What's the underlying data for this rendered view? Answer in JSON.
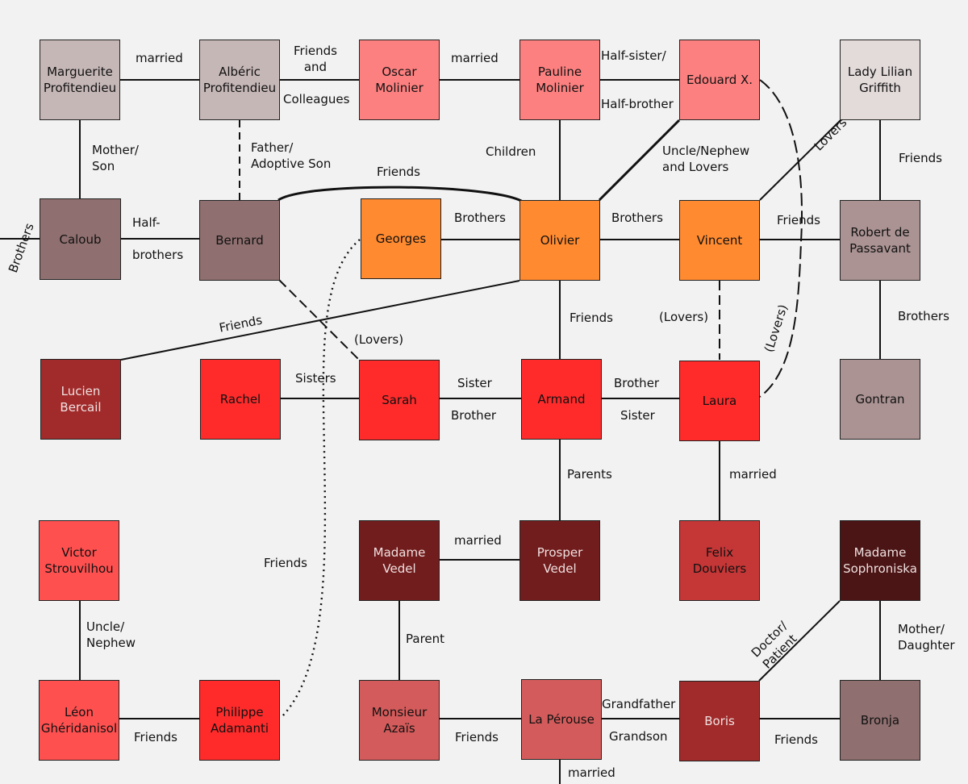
{
  "nodes": [
    {
      "id": "marguerite",
      "text": "Marguerite\nProfitendieu",
      "color": "#c6b7b7"
    },
    {
      "id": "alberic",
      "text": "Albéric\nProfitendieu",
      "color": "#c6b7b7"
    },
    {
      "id": "oscar",
      "text": "Oscar\nMolinier",
      "color": "#fd8080"
    },
    {
      "id": "pauline",
      "text": "Pauline\nMolinier",
      "color": "#fd8080"
    },
    {
      "id": "edouard",
      "text": "Edouard X.",
      "color": "#fd8080"
    },
    {
      "id": "lilian",
      "text": "Lady Lilian\nGriffith",
      "color": "#e3dada"
    },
    {
      "id": "caloub",
      "text": "Caloub",
      "color": "#8f6f6f"
    },
    {
      "id": "bernard",
      "text": "Bernard",
      "color": "#8f6f6f"
    },
    {
      "id": "georges",
      "text": "Georges",
      "color": "#ff8a2f"
    },
    {
      "id": "olivier",
      "text": "Olivier",
      "color": "#ff8a2f"
    },
    {
      "id": "vincent",
      "text": "Vincent",
      "color": "#ff8a2f"
    },
    {
      "id": "passavant",
      "text": "Robert de\nPassavant",
      "color": "#ab9393"
    },
    {
      "id": "lucien",
      "text": "Lucien\nBercail",
      "color": "#a12b2b"
    },
    {
      "id": "rachel",
      "text": "Rachel",
      "color": "#ff2b2b"
    },
    {
      "id": "sarah",
      "text": "Sarah",
      "color": "#ff2b2b"
    },
    {
      "id": "armand",
      "text": "Armand",
      "color": "#ff2b2b"
    },
    {
      "id": "laura",
      "text": "Laura",
      "color": "#ff2b2b"
    },
    {
      "id": "gontran",
      "text": "Gontran",
      "color": "#ab9393"
    },
    {
      "id": "victor",
      "text": "Victor\nStrouvilhou",
      "color": "#ff5050"
    },
    {
      "id": "madame_vedel",
      "text": "Madame\nVedel",
      "color": "#711d1d"
    },
    {
      "id": "prosper",
      "text": "Prosper\nVedel",
      "color": "#711d1d"
    },
    {
      "id": "felix",
      "text": "Felix\nDouviers",
      "color": "#c53636"
    },
    {
      "id": "sophroniska",
      "text": "Madame\nSophroniska",
      "color": "#4b1515"
    },
    {
      "id": "leon",
      "text": "Léon\nGhéridanisol",
      "color": "#ff5050"
    },
    {
      "id": "philippe",
      "text": "Philippe\nAdamanti",
      "color": "#ff2b2b"
    },
    {
      "id": "azais",
      "text": "Monsieur\nAzaïs",
      "color": "#d45b5b"
    },
    {
      "id": "perouse",
      "text": "La Pérouse",
      "color": "#d45b5b"
    },
    {
      "id": "boris",
      "text": "Boris",
      "color": "#a12b2b"
    },
    {
      "id": "bronja",
      "text": "Bronja",
      "color": "#8f6f6f"
    }
  ],
  "labels": [
    {
      "id": "married-1",
      "text": "married"
    },
    {
      "id": "friends-colleagues",
      "text": "Friends\nand"
    },
    {
      "id": "colleagues",
      "text": "Colleagues"
    },
    {
      "id": "married-2",
      "text": "married"
    },
    {
      "id": "half-sister",
      "text": "Half-sister/"
    },
    {
      "id": "half-brother",
      "text": "Half-brother"
    },
    {
      "id": "mother-son",
      "text": "Mother/\nSon"
    },
    {
      "id": "father-adoptive",
      "text": "Father/\nAdoptive Son"
    },
    {
      "id": "children",
      "text": "Children"
    },
    {
      "id": "uncle-nephew-lovers",
      "text": "Uncle/Nephew\nand Lovers"
    },
    {
      "id": "lovers-lilian",
      "text": "Lovers"
    },
    {
      "id": "friends-lilian",
      "text": "Friends"
    },
    {
      "id": "friends-bernard-olivier",
      "text": "Friends"
    },
    {
      "id": "brothers-caloub",
      "text": "Brothers"
    },
    {
      "id": "half",
      "text": "Half-"
    },
    {
      "id": "brothers-half",
      "text": "brothers"
    },
    {
      "id": "brothers-georges",
      "text": "Brothers"
    },
    {
      "id": "brothers-vincent",
      "text": "Brothers"
    },
    {
      "id": "friends-vincent",
      "text": "Friends"
    },
    {
      "id": "friends-lucien",
      "text": "Friends"
    },
    {
      "id": "lovers-bernard-sarah",
      "text": "(Lovers)"
    },
    {
      "id": "friends-olivier-armand",
      "text": "Friends"
    },
    {
      "id": "lovers-vincent-laura",
      "text": "(Lovers)"
    },
    {
      "id": "lovers-edouard-laura",
      "text": "(Lovers)"
    },
    {
      "id": "brothers-passavant",
      "text": "Brothers"
    },
    {
      "id": "sisters",
      "text": "Sisters"
    },
    {
      "id": "sister-1",
      "text": "Sister"
    },
    {
      "id": "brother-1",
      "text": "Brother"
    },
    {
      "id": "brother-2",
      "text": "Brother"
    },
    {
      "id": "sister-2",
      "text": "Sister"
    },
    {
      "id": "parents",
      "text": "Parents"
    },
    {
      "id": "married-laura",
      "text": "married"
    },
    {
      "id": "married-vedel",
      "text": "married"
    },
    {
      "id": "uncle-nephew",
      "text": "Uncle/\nNephew"
    },
    {
      "id": "friends-philippe-georges",
      "text": "Friends"
    },
    {
      "id": "parent",
      "text": "Parent"
    },
    {
      "id": "doctor-patient",
      "text": "Doctor/\nPatient"
    },
    {
      "id": "mother-daughter",
      "text": "Mother/\nDaughter"
    },
    {
      "id": "friends-leon",
      "text": "Friends"
    },
    {
      "id": "friends-azais",
      "text": "Friends"
    },
    {
      "id": "grandfather",
      "text": "Grandfather"
    },
    {
      "id": "grandson",
      "text": "Grandson"
    },
    {
      "id": "friends-boris",
      "text": "Friends"
    },
    {
      "id": "married-perouse",
      "text": "married"
    }
  ]
}
